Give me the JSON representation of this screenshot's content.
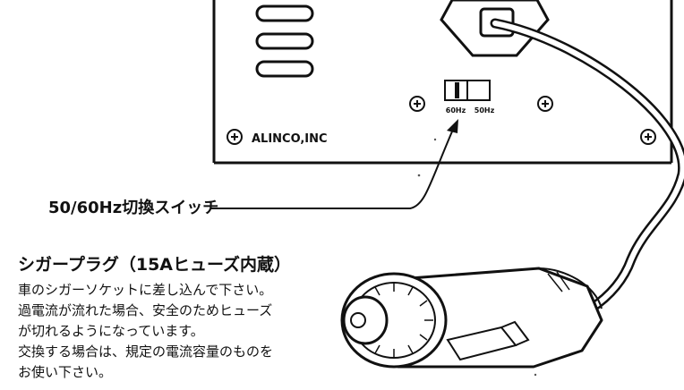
{
  "panel": {
    "brand": "ALINCO,INC",
    "switch_left_label": "60Hz",
    "switch_right_label": "50Hz"
  },
  "switch_callout": {
    "label": "50/60Hz切換スイッチ"
  },
  "cigar_plug": {
    "title": "シガープラグ（15Aヒューズ内蔵）",
    "description_lines": [
      "車のシガーソケットに差し込んで下さい。",
      "過電流が流れた場合、安全のためヒューズ",
      "が切れるようになっています。",
      "交換する場合は、規定の電流容量のものを",
      "お使い下さい。"
    ]
  },
  "icons": [
    "vent-slot-icon",
    "screw-icon",
    "hex-nut-icon",
    "slide-switch-icon",
    "cigar-plug-icon",
    "callout-arrow-icon"
  ]
}
